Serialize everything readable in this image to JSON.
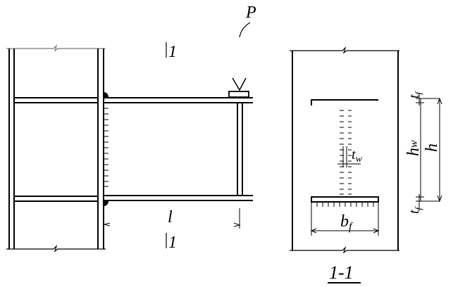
{
  "labels": {
    "load": "P",
    "section_mark_top": "1",
    "section_mark_bottom": "1",
    "length": "l",
    "section_title": "1-1",
    "flange_width": "b",
    "flange_width_sub": "f",
    "web_thickness": "t",
    "web_thickness_sub": "w",
    "web_height": "h",
    "web_height_sub": "w",
    "total_height": "h",
    "flange_thickness_top": "t",
    "flange_thickness_top_sub": "f",
    "flange_thickness_bottom": "t",
    "flange_thickness_bottom_sub": "f"
  }
}
